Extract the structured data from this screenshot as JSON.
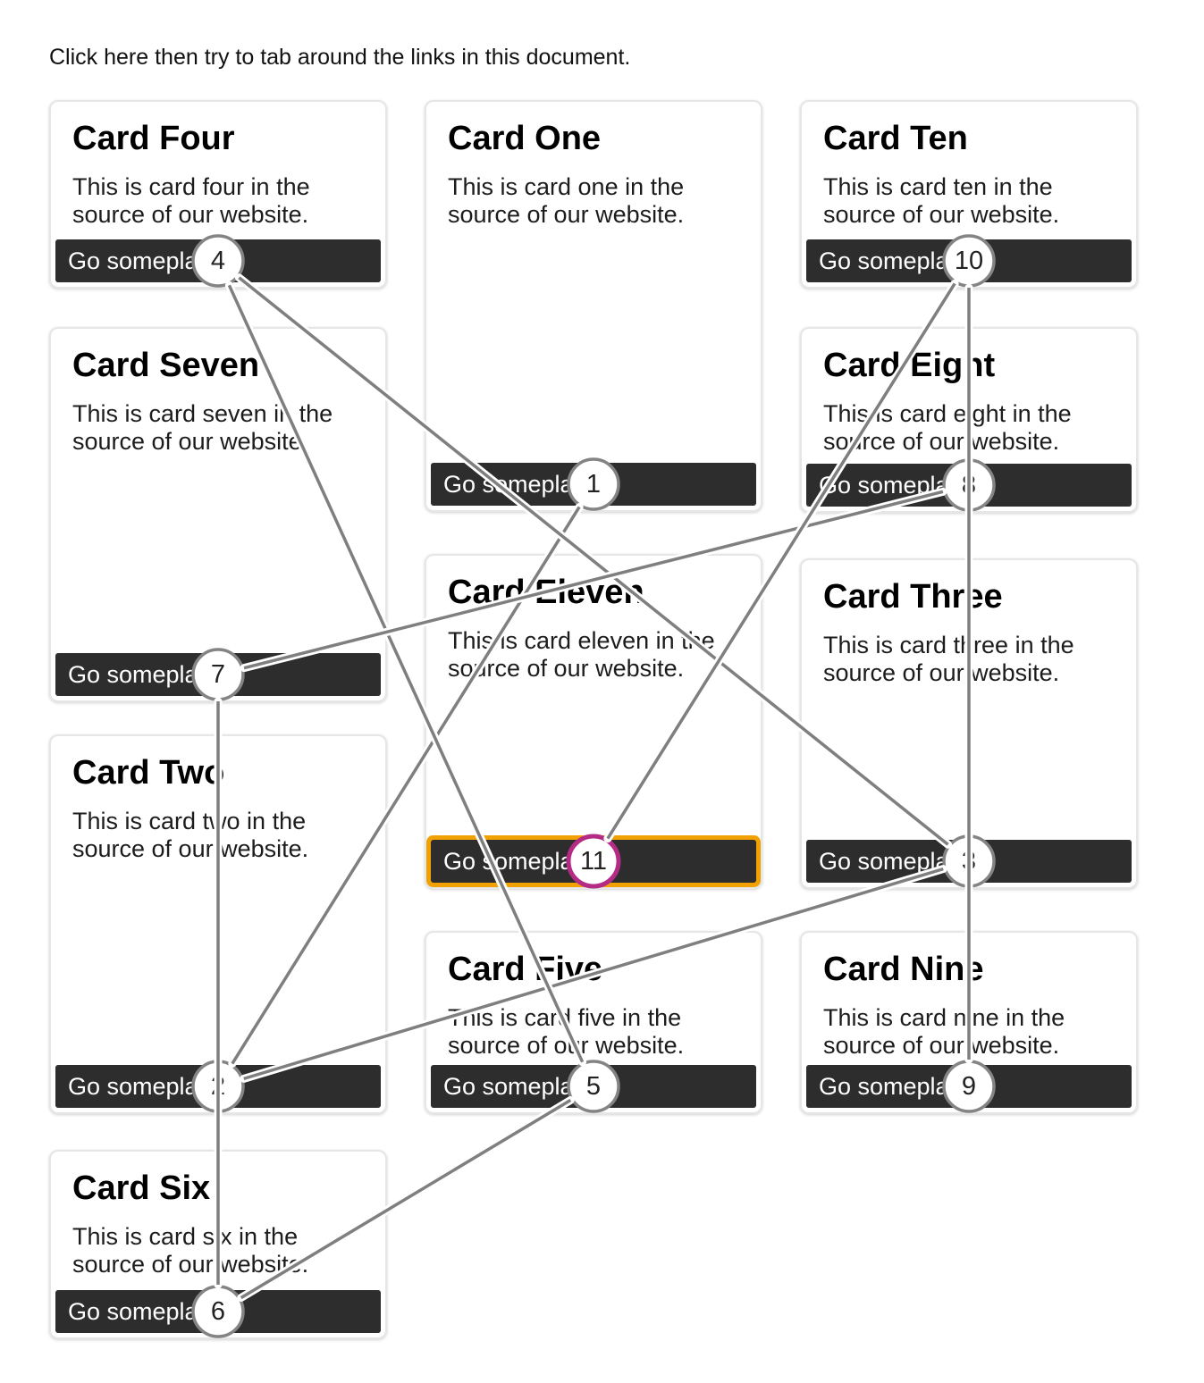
{
  "instruction": "Click here then try to tab around the links in this document.",
  "columns": [
    {
      "cards": [
        {
          "title": "Card Four",
          "body": "This is card four in the source of our website.",
          "link_label": "Go someplace",
          "tab_number": 4,
          "focused": false
        },
        {
          "title": "Card Seven",
          "body": "This is card seven in the source of our website.",
          "link_label": "Go someplace",
          "tab_number": 7,
          "focused": false
        },
        {
          "title": "Card Two",
          "body": "This is card two in the source of our website.",
          "link_label": "Go someplace",
          "tab_number": 2,
          "focused": false
        },
        {
          "title": "Card Six",
          "body": "This is card six in the source of our website.",
          "link_label": "Go someplace",
          "tab_number": 6,
          "focused": false
        }
      ]
    },
    {
      "cards": [
        {
          "title": "Card One",
          "body": "This is card one in the source of our website.",
          "link_label": "Go someplace",
          "tab_number": 1,
          "focused": false
        },
        {
          "title": "Card Eleven",
          "body": "This is card eleven in the source of our website.",
          "link_label": "Go someplace",
          "tab_number": 11,
          "focused": true
        },
        {
          "title": "Card Five",
          "body": "This is card five in the source of our website.",
          "link_label": "Go someplace",
          "tab_number": 5,
          "focused": false
        }
      ]
    },
    {
      "cards": [
        {
          "title": "Card Ten",
          "body": "This is card ten in the source of our website.",
          "link_label": "Go someplace",
          "tab_number": 10,
          "focused": false
        },
        {
          "title": "Card Eight",
          "body": "This is card eight in the source of our website.",
          "link_label": "Go someplace",
          "tab_number": 8,
          "focused": false
        },
        {
          "title": "Card Three",
          "body": "This is card three in the source of our website.",
          "link_label": "Go someplace",
          "tab_number": 3,
          "focused": false
        },
        {
          "title": "Card Nine",
          "body": "This is card nine in the source of our website.",
          "link_label": "Go someplace",
          "tab_number": 9,
          "focused": false
        }
      ]
    }
  ],
  "tab_order_visualization": {
    "sequence": [
      1,
      2,
      3,
      4,
      5,
      6,
      7,
      8,
      9,
      10,
      11
    ],
    "current_focus_number": 11,
    "colors": {
      "line": "#7F7F7F",
      "line_casing": "#FFFFFF",
      "circle_fill": "#FFFFFF",
      "circle_border": "#848484",
      "circle_number": "#222222",
      "current_circle_border": "#B42B85",
      "focus_ring": "#F2A104",
      "button_bg": "#2D2D2D",
      "button_text": "#FFFFFF"
    }
  }
}
